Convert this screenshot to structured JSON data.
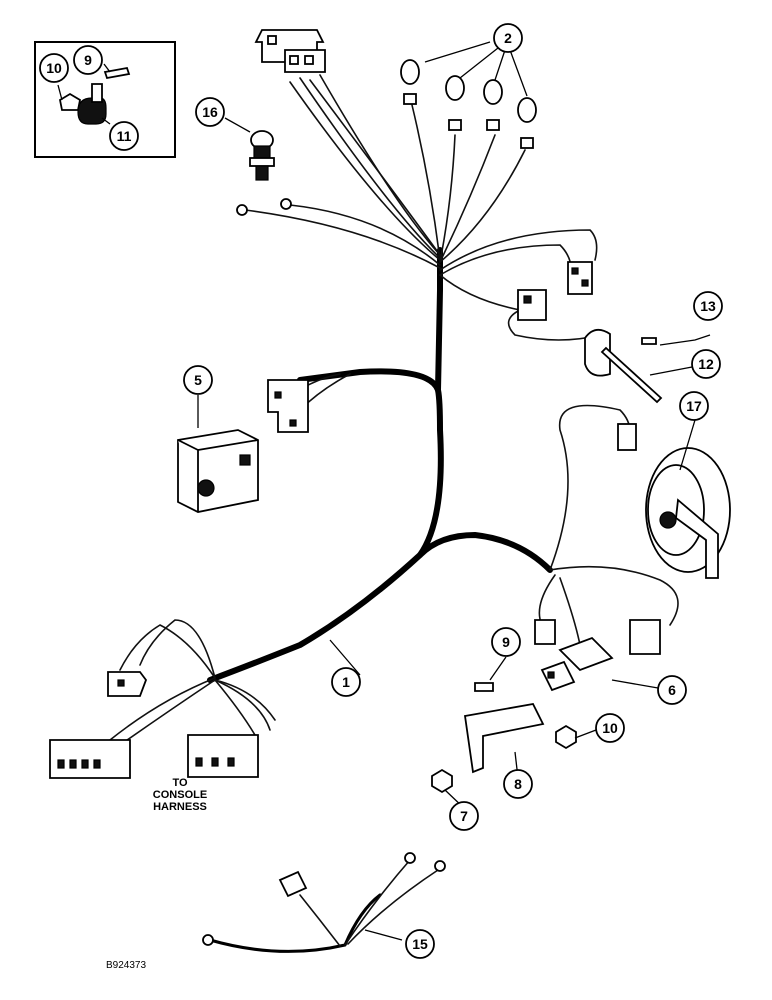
{
  "callouts": {
    "c1": "1",
    "c2": "2",
    "c5": "5",
    "c6": "6",
    "c7": "7",
    "c8": "8",
    "c9a": "9",
    "c9b": "9",
    "c10a": "10",
    "c10b": "10",
    "c11": "11",
    "c12": "12",
    "c13": "13",
    "c15": "15",
    "c16": "16",
    "c17": "17"
  },
  "note": {
    "line1": "TO",
    "line2": "CONSOLE",
    "line3": "HARNESS"
  },
  "figure_id": "B924373"
}
